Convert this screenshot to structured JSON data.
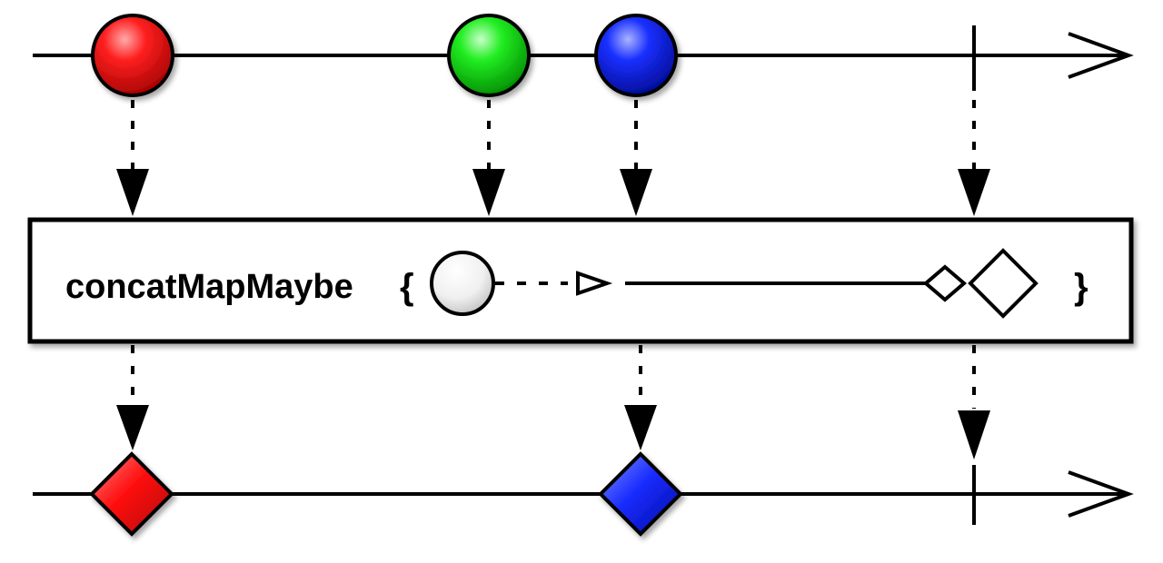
{
  "operator": {
    "name": "concatMapMaybe",
    "open_brace": "{",
    "close_brace": "}"
  },
  "colors": {
    "line": "#000000",
    "red": "#ff0000",
    "green": "#00e000",
    "blue": "#0018ff",
    "placeholder": "#ffffff"
  },
  "source_stream": {
    "items": [
      {
        "shape": "circle",
        "color": "red"
      },
      {
        "shape": "circle",
        "color": "green"
      },
      {
        "shape": "circle",
        "color": "blue"
      }
    ],
    "terminal": "completion"
  },
  "result_stream": {
    "items": [
      {
        "shape": "diamond",
        "color": "red"
      },
      {
        "shape": "diamond",
        "color": "blue"
      }
    ],
    "terminal": "completion"
  }
}
